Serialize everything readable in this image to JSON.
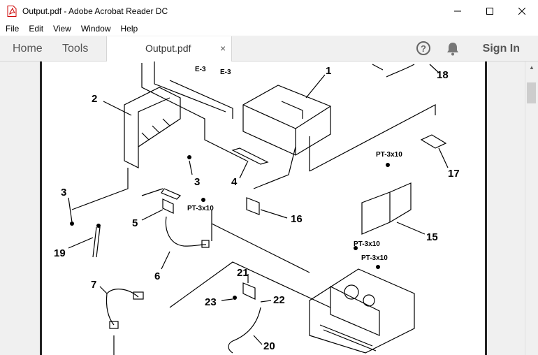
{
  "window": {
    "title": "Output.pdf - Adobe Acrobat Reader DC",
    "minimize_glyph": "—",
    "maximize_glyph": "☐",
    "close_glyph": "✕"
  },
  "menu": [
    "File",
    "Edit",
    "View",
    "Window",
    "Help"
  ],
  "tabs": {
    "home": "Home",
    "tools": "Tools",
    "document": "Output.pdf",
    "document_close": "×",
    "help_glyph": "?",
    "sign_in": "Sign In"
  },
  "diagram": {
    "part_labels": [
      "1",
      "2",
      "3",
      "3",
      "4",
      "5",
      "6",
      "7",
      "15",
      "16",
      "17",
      "18",
      "19",
      "20",
      "21",
      "22",
      "23"
    ],
    "screw_labels": [
      "E-3",
      "E-3",
      "PT-3x10",
      "PT-3x10",
      "PT-3x10",
      "PT-3x10"
    ]
  },
  "colors": {
    "tab_bar": "#f0f0f0",
    "page_border": "#222222",
    "text": "#000000"
  }
}
